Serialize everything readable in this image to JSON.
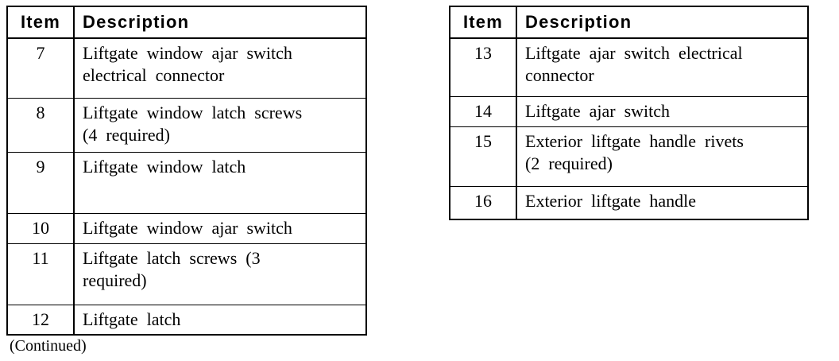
{
  "colors": {
    "border": "#000000",
    "text": "#000000",
    "background": "#ffffff"
  },
  "continued_note": "(Continued)",
  "tables": [
    {
      "name": "liftgate-parts-items-7-12",
      "headers": {
        "item": "Item",
        "description": "Description"
      },
      "rows": [
        {
          "item": "7",
          "description": [
            "Liftgate window ajar switch",
            "electrical connector"
          ]
        },
        {
          "item": "8",
          "description": [
            "Liftgate window latch screws",
            "(4 required)"
          ]
        },
        {
          "item": "9",
          "description": [
            "Liftgate window latch"
          ]
        },
        {
          "item": "10",
          "description": [
            "Liftgate window ajar switch"
          ]
        },
        {
          "item": "11",
          "description": [
            "Liftgate latch screws (3",
            "required)"
          ]
        },
        {
          "item": "12",
          "description": [
            "Liftgate latch"
          ]
        }
      ]
    },
    {
      "name": "liftgate-parts-items-13-16",
      "headers": {
        "item": "Item",
        "description": "Description"
      },
      "rows": [
        {
          "item": "13",
          "description": [
            "Liftgate ajar switch electrical",
            "connector"
          ]
        },
        {
          "item": "14",
          "description": [
            "Liftgate ajar switch"
          ]
        },
        {
          "item": "15",
          "description": [
            "Exterior liftgate handle rivets",
            "(2 required)"
          ]
        },
        {
          "item": "16",
          "description": [
            "Exterior liftgate handle"
          ]
        }
      ]
    }
  ]
}
